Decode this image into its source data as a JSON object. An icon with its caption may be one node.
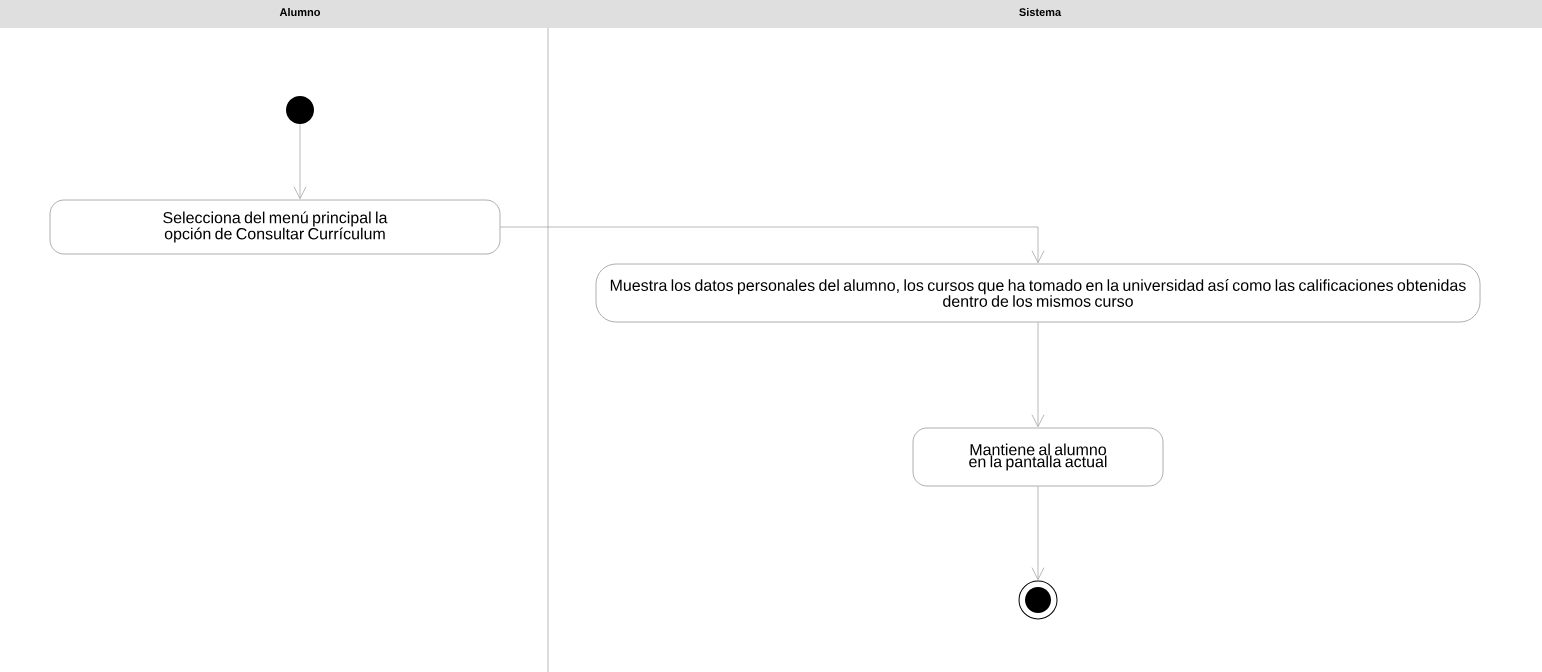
{
  "diagram": {
    "nodes": [
      {
        "text": [],
        "shape": "circle"
      },
      {
        "text": [
          "Selecciona del menú principal la opción de Consultar Currículum"
        ]
      },
      {
        "text": [
          "Muestra los datos personales del alumno, los cursos que ha tomado en la universidad así como las calificaciones obtenidas dentro de los mismos curso"
        ]
      },
      {
        "text": [
          "Mantiene al alumno en la pantalla actual"
        ]
      },
      {
        "text": [],
        "shape": "bullseye"
      }
    ],
    "edges": [
      {
        "from": 0,
        "to": 1,
        "arrow": "to"
      },
      {
        "from": 1,
        "to": 2,
        "arrow": "to"
      },
      {
        "from": 2,
        "to": 3,
        "arrow": "to"
      },
      {
        "from": 3,
        "to": 4,
        "arrow": "to"
      }
    ],
    "labels": [
      "Alumno",
      "Sistema"
    ]
  }
}
